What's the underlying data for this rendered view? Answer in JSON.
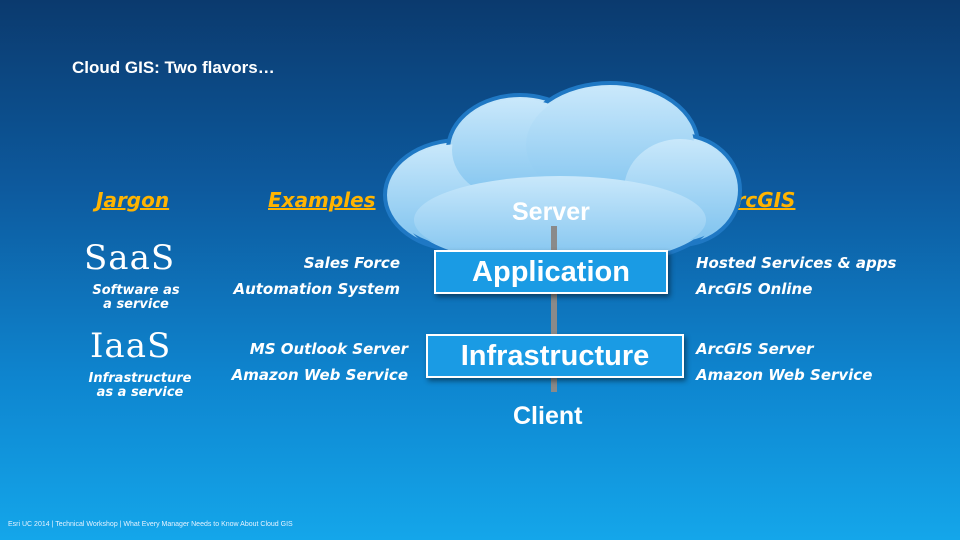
{
  "slide": {
    "title": "Cloud GIS: Two flavors…",
    "footer": "Esri UC 2014 | Technical Workshop | What Every Manager Needs to Know About Cloud GIS"
  },
  "headers": {
    "jargon": "Jargon",
    "examples": "Examples",
    "arcgis": "ArcGIS"
  },
  "rows": [
    {
      "term": "SaaS",
      "term_sub_1": "Software as",
      "term_sub_2": "a service",
      "example_1": "Sales Force",
      "example_2": "Automation System",
      "arcgis_1": "Hosted Services & apps",
      "arcgis_2": "ArcGIS Online"
    },
    {
      "term": "IaaS",
      "term_sub_1": "Infrastructure",
      "term_sub_2": "as a  service",
      "example_1": "MS Outlook Server",
      "example_2": "Amazon Web Service",
      "arcgis_1": "ArcGIS Server",
      "arcgis_2": "Amazon Web Service"
    }
  ],
  "diagram": {
    "server_label": "Server",
    "client_label": "Client",
    "application_label": "Application",
    "infrastructure_label": "Infrastructure",
    "icon": "cloud-icon"
  },
  "colors": {
    "header_accent": "#ffb400",
    "box_fill": "#1a9be4",
    "cloud_fill": "#9dd2f3"
  }
}
